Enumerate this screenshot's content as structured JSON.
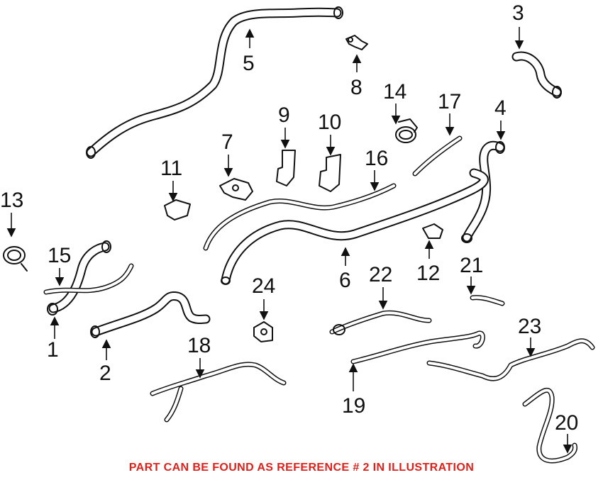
{
  "diagram": {
    "callouts": [
      "1",
      "2",
      "3",
      "4",
      "5",
      "6",
      "7",
      "8",
      "9",
      "10",
      "11",
      "12",
      "13",
      "14",
      "15",
      "16",
      "17",
      "18",
      "19",
      "20",
      "21",
      "22",
      "23",
      "24"
    ]
  },
  "footer": {
    "note": "PART CAN BE FOUND AS REFERENCE # 2 IN ILLUSTRATION",
    "color": "#e0201b"
  }
}
